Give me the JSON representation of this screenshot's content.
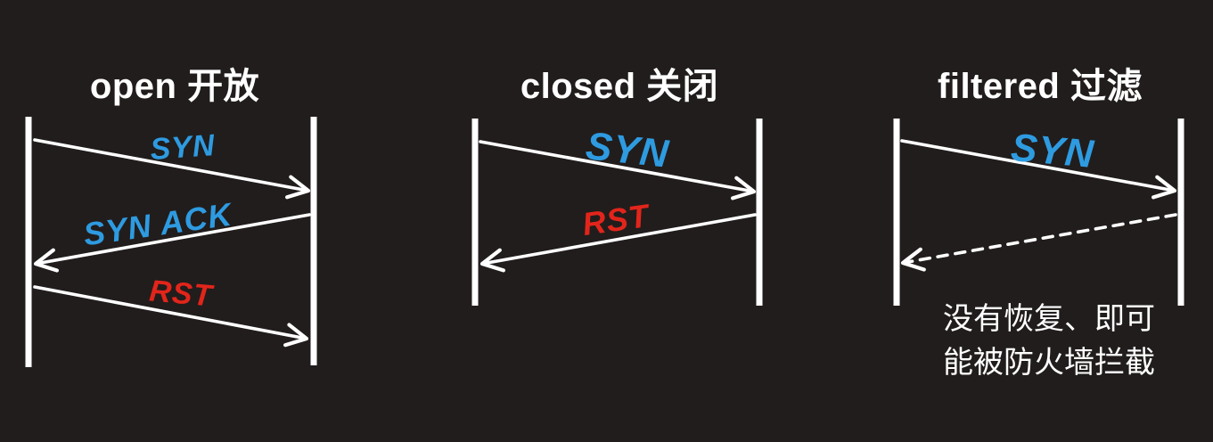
{
  "colors": {
    "background": "#211D1C",
    "line": "#FFFFFF",
    "syn_blue": "#2E9BE1",
    "rst_red": "#E2251B",
    "text": "#FFFFFF"
  },
  "panels": [
    {
      "title": "open 开放",
      "messages": [
        {
          "label": "SYN",
          "color": "blue",
          "direction": "left-to-right",
          "line_style": "solid"
        },
        {
          "label": "SYN ACK",
          "color": "blue",
          "direction": "right-to-left",
          "line_style": "solid"
        },
        {
          "label": "RST",
          "color": "red",
          "direction": "left-to-right",
          "line_style": "solid"
        }
      ]
    },
    {
      "title": "closed 关闭",
      "messages": [
        {
          "label": "SYN",
          "color": "blue",
          "direction": "left-to-right",
          "line_style": "solid"
        },
        {
          "label": "RST",
          "color": "red",
          "direction": "right-to-left",
          "line_style": "solid"
        }
      ]
    },
    {
      "title": "filtered 过滤",
      "messages": [
        {
          "label": "SYN",
          "color": "blue",
          "direction": "left-to-right",
          "line_style": "solid"
        },
        {
          "label": "",
          "color": "none",
          "direction": "right-to-left",
          "line_style": "dashed"
        }
      ],
      "caption_lines": [
        "没有恢复、即可",
        "能被防火墙拦截"
      ]
    }
  ]
}
